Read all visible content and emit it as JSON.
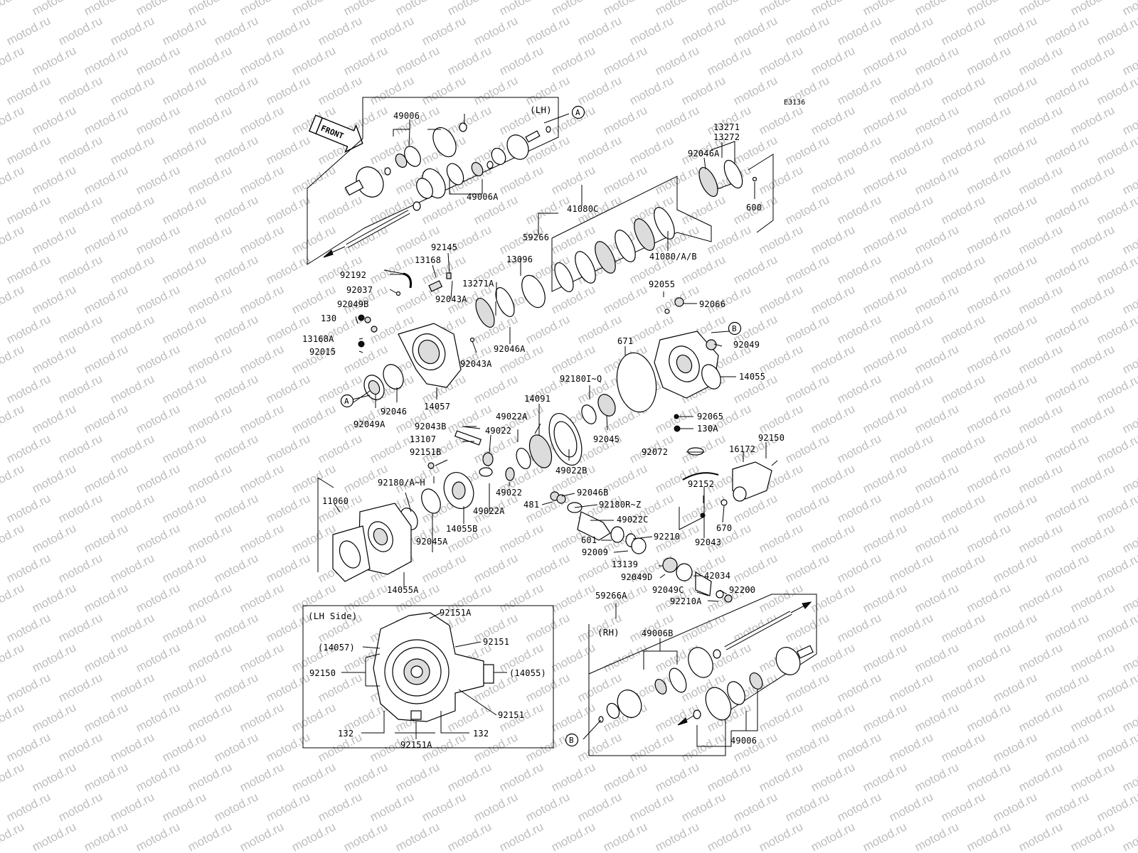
{
  "diagram_code": "E3136",
  "front_arrow_label": "FRONT",
  "watermark": "motod.ru",
  "insets": {
    "lh_axle": "(LH)",
    "rh_axle": "(RH)",
    "lh_side": "(LH Side)"
  },
  "refs": {
    "a": "A",
    "b": "B"
  },
  "labels": [
    {
      "id": "49006-top",
      "text": "49006"
    },
    {
      "id": "49006A",
      "text": "49006A"
    },
    {
      "id": "59266",
      "text": "59266"
    },
    {
      "id": "92145",
      "text": "92145"
    },
    {
      "id": "13168",
      "text": "13168"
    },
    {
      "id": "92192",
      "text": "92192"
    },
    {
      "id": "92037",
      "text": "92037"
    },
    {
      "id": "92043A-1",
      "text": "92043A"
    },
    {
      "id": "92049B",
      "text": "92049B"
    },
    {
      "id": "130",
      "text": "130"
    },
    {
      "id": "13168A",
      "text": "13168A"
    },
    {
      "id": "92015",
      "text": "92015"
    },
    {
      "id": "13271A",
      "text": "13271A"
    },
    {
      "id": "13096",
      "text": "13096"
    },
    {
      "id": "92046A-1",
      "text": "92046A"
    },
    {
      "id": "92043A-2",
      "text": "92043A"
    },
    {
      "id": "41080C",
      "text": "41080C"
    },
    {
      "id": "41080AB",
      "text": "41080/A/B"
    },
    {
      "id": "13271",
      "text": "13271"
    },
    {
      "id": "13272",
      "text": "13272"
    },
    {
      "id": "92046A-2",
      "text": "92046A"
    },
    {
      "id": "600",
      "text": "600"
    },
    {
      "id": "92055",
      "text": "92055"
    },
    {
      "id": "92066",
      "text": "92066"
    },
    {
      "id": "92049",
      "text": "92049"
    },
    {
      "id": "671",
      "text": "671"
    },
    {
      "id": "14055",
      "text": "14055"
    },
    {
      "id": "92180IQ",
      "text": "92180I~Q"
    },
    {
      "id": "92065",
      "text": "92065"
    },
    {
      "id": "130A",
      "text": "130A"
    },
    {
      "id": "92045",
      "text": "92045"
    },
    {
      "id": "92049A",
      "text": "92049A"
    },
    {
      "id": "92046",
      "text": "92046"
    },
    {
      "id": "14057",
      "text": "14057"
    },
    {
      "id": "14091",
      "text": "14091"
    },
    {
      "id": "49022A-1",
      "text": "49022A"
    },
    {
      "id": "92043B",
      "text": "92043B"
    },
    {
      "id": "49022-1",
      "text": "49022"
    },
    {
      "id": "13107",
      "text": "13107"
    },
    {
      "id": "92151B",
      "text": "92151B"
    },
    {
      "id": "49022B",
      "text": "49022B"
    },
    {
      "id": "92072",
      "text": "92072"
    },
    {
      "id": "92150-1",
      "text": "92150"
    },
    {
      "id": "16172",
      "text": "16172"
    },
    {
      "id": "92180AH",
      "text": "92180/A~H"
    },
    {
      "id": "11060",
      "text": "11060"
    },
    {
      "id": "49022-2",
      "text": "49022"
    },
    {
      "id": "92046B",
      "text": "92046B"
    },
    {
      "id": "481",
      "text": "481"
    },
    {
      "id": "92180RZ",
      "text": "92180R~Z"
    },
    {
      "id": "92152",
      "text": "92152"
    },
    {
      "id": "670",
      "text": "670"
    },
    {
      "id": "49022C",
      "text": "49022C"
    },
    {
      "id": "92045A",
      "text": "92045A"
    },
    {
      "id": "14055B",
      "text": "14055B"
    },
    {
      "id": "49022A-2",
      "text": "49022A"
    },
    {
      "id": "601",
      "text": "601"
    },
    {
      "id": "92210",
      "text": "92210"
    },
    {
      "id": "92043",
      "text": "92043"
    },
    {
      "id": "92009",
      "text": "92009"
    },
    {
      "id": "13139",
      "text": "13139"
    },
    {
      "id": "42034",
      "text": "42034"
    },
    {
      "id": "92049D",
      "text": "92049D"
    },
    {
      "id": "92049C",
      "text": "92049C"
    },
    {
      "id": "92200",
      "text": "92200"
    },
    {
      "id": "92210A",
      "text": "92210A"
    },
    {
      "id": "14055A",
      "text": "14055A"
    },
    {
      "id": "59266A",
      "text": "59266A"
    },
    {
      "id": "49006B",
      "text": "49006B"
    },
    {
      "id": "49006-bot",
      "text": "49006"
    },
    {
      "id": "92151A-1",
      "text": "92151A"
    },
    {
      "id": "14057p",
      "text": "(14057)"
    },
    {
      "id": "92151-1",
      "text": "92151"
    },
    {
      "id": "92150-2",
      "text": "92150"
    },
    {
      "id": "14055p",
      "text": "(14055)"
    },
    {
      "id": "92151-2",
      "text": "92151"
    },
    {
      "id": "132-1",
      "text": "132"
    },
    {
      "id": "132-2",
      "text": "132"
    },
    {
      "id": "92151A-2",
      "text": "92151A"
    }
  ]
}
